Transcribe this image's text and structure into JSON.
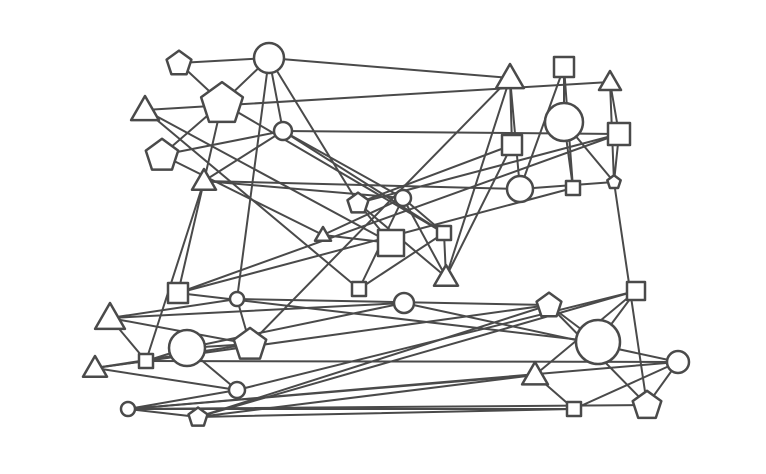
{
  "graph": {
    "style": {
      "stroke": "#4a4a4a",
      "fill": "#ffffff",
      "background": "#ffffff"
    },
    "nodes": [
      {
        "id": "n1",
        "shape": "pentagon"
      },
      {
        "id": "n2",
        "shape": "circle"
      },
      {
        "id": "n3",
        "shape": "triangle"
      },
      {
        "id": "n4",
        "shape": "pentagon"
      },
      {
        "id": "n5",
        "shape": "circle"
      },
      {
        "id": "n6",
        "shape": "pentagon"
      },
      {
        "id": "n7",
        "shape": "triangle"
      },
      {
        "id": "n8",
        "shape": "pentagon"
      },
      {
        "id": "n9",
        "shape": "triangle"
      },
      {
        "id": "n10",
        "shape": "circle"
      },
      {
        "id": "n11",
        "shape": "square"
      },
      {
        "id": "n12",
        "shape": "square"
      },
      {
        "id": "n13",
        "shape": "triangle"
      },
      {
        "id": "n14",
        "shape": "square"
      },
      {
        "id": "n15",
        "shape": "triangle"
      },
      {
        "id": "n16",
        "shape": "square"
      },
      {
        "id": "n17",
        "shape": "circle"
      },
      {
        "id": "n18",
        "shape": "square"
      },
      {
        "id": "n19",
        "shape": "triangle"
      },
      {
        "id": "n20",
        "shape": "circle"
      },
      {
        "id": "n21",
        "shape": "square"
      },
      {
        "id": "n22",
        "shape": "square"
      },
      {
        "id": "n23",
        "shape": "pentagon"
      },
      {
        "id": "n24",
        "shape": "square"
      },
      {
        "id": "n25",
        "shape": "circle"
      },
      {
        "id": "n26",
        "shape": "pentagon"
      },
      {
        "id": "n27",
        "shape": "triangle"
      },
      {
        "id": "n28",
        "shape": "circle"
      },
      {
        "id": "n29",
        "shape": "circle"
      },
      {
        "id": "n30",
        "shape": "triangle"
      },
      {
        "id": "n31",
        "shape": "square"
      },
      {
        "id": "n32",
        "shape": "circle"
      },
      {
        "id": "n33",
        "shape": "pentagon"
      },
      {
        "id": "n34",
        "shape": "square"
      },
      {
        "id": "n35",
        "shape": "circle"
      },
      {
        "id": "n36",
        "shape": "circle"
      },
      {
        "id": "n37",
        "shape": "pentagon"
      },
      {
        "id": "n38",
        "shape": "triangle"
      },
      {
        "id": "n39",
        "shape": "circle"
      },
      {
        "id": "n40",
        "shape": "square"
      },
      {
        "id": "n41",
        "shape": "pentagon"
      },
      {
        "id": "n42",
        "shape": "square"
      },
      {
        "id": "n43",
        "shape": "triangle"
      },
      {
        "id": "n44",
        "shape": "square"
      }
    ],
    "edges": [
      [
        "n1",
        "n2"
      ],
      [
        "n1",
        "n4"
      ],
      [
        "n4",
        "n2"
      ],
      [
        "n2",
        "n5"
      ],
      [
        "n2",
        "n8"
      ],
      [
        "n2",
        "n25"
      ],
      [
        "n2",
        "n15"
      ],
      [
        "n4",
        "n6"
      ],
      [
        "n4",
        "n7"
      ],
      [
        "n4",
        "n12"
      ],
      [
        "n3",
        "n11"
      ],
      [
        "n3",
        "n14"
      ],
      [
        "n6",
        "n9"
      ],
      [
        "n5",
        "n7"
      ],
      [
        "n5",
        "n10"
      ],
      [
        "n5",
        "n12"
      ],
      [
        "n5",
        "n22"
      ],
      [
        "n5",
        "n6"
      ],
      [
        "n7",
        "n10"
      ],
      [
        "n7",
        "n17"
      ],
      [
        "n7",
        "n24"
      ],
      [
        "n7",
        "n31"
      ],
      [
        "n8",
        "n13"
      ],
      [
        "n8",
        "n16"
      ],
      [
        "n8",
        "n11"
      ],
      [
        "n8",
        "n22"
      ],
      [
        "n9",
        "n10"
      ],
      [
        "n9",
        "n11"
      ],
      [
        "n10",
        "n12"
      ],
      [
        "n10",
        "n13"
      ],
      [
        "n10",
        "n14"
      ],
      [
        "n12",
        "n13"
      ],
      [
        "n12",
        "n14"
      ],
      [
        "n13",
        "n15"
      ],
      [
        "n13",
        "n16"
      ],
      [
        "n15",
        "n17"
      ],
      [
        "n15",
        "n16"
      ],
      [
        "n15",
        "n26"
      ],
      [
        "n17",
        "n18"
      ],
      [
        "n17",
        "n23"
      ],
      [
        "n18",
        "n20"
      ],
      [
        "n18",
        "n21"
      ],
      [
        "n19",
        "n22"
      ],
      [
        "n19",
        "n23"
      ],
      [
        "n20",
        "n21"
      ],
      [
        "n20",
        "n23"
      ],
      [
        "n21",
        "n24"
      ],
      [
        "n22",
        "n23"
      ],
      [
        "n22",
        "n24"
      ],
      [
        "n23",
        "n41"
      ],
      [
        "n24",
        "n35"
      ],
      [
        "n25",
        "n26"
      ],
      [
        "n25",
        "n27"
      ],
      [
        "n25",
        "n33"
      ],
      [
        "n26",
        "n27"
      ],
      [
        "n26",
        "n28"
      ],
      [
        "n26",
        "n30"
      ],
      [
        "n27",
        "n29"
      ],
      [
        "n27",
        "n31"
      ],
      [
        "n28",
        "n29"
      ],
      [
        "n28",
        "n31"
      ],
      [
        "n28",
        "n32"
      ],
      [
        "n29",
        "n39"
      ],
      [
        "n30",
        "n31"
      ],
      [
        "n30",
        "n32"
      ],
      [
        "n30",
        "n33"
      ],
      [
        "n31",
        "n39"
      ],
      [
        "n32",
        "n34"
      ],
      [
        "n32",
        "n36"
      ],
      [
        "n33",
        "n37"
      ],
      [
        "n33",
        "n41"
      ],
      [
        "n34",
        "n35"
      ],
      [
        "n34",
        "n37"
      ],
      [
        "n34",
        "n38"
      ],
      [
        "n36",
        "n37"
      ],
      [
        "n36",
        "n38"
      ],
      [
        "n37",
        "n38"
      ],
      [
        "n37",
        "n40"
      ],
      [
        "n38",
        "n43"
      ],
      [
        "n39",
        "n40"
      ],
      [
        "n39",
        "n44"
      ],
      [
        "n40",
        "n43"
      ],
      [
        "n41",
        "n42"
      ],
      [
        "n41",
        "n44"
      ],
      [
        "n42",
        "n43"
      ],
      [
        "n42",
        "n44"
      ],
      [
        "n35",
        "n33"
      ],
      [
        "n19",
        "n3"
      ]
    ]
  }
}
